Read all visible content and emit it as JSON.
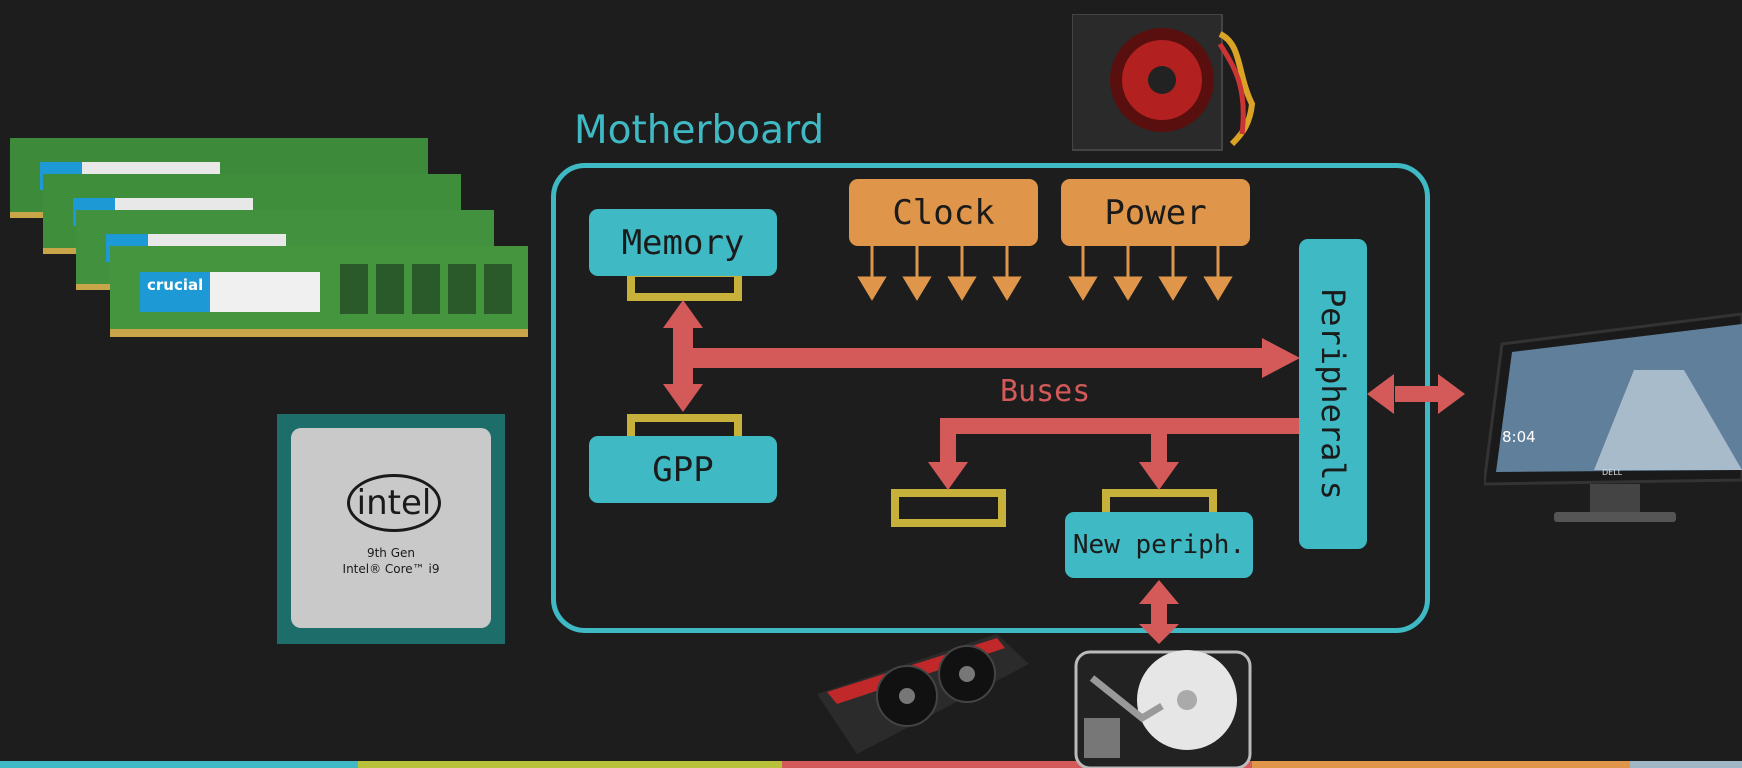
{
  "diagram": {
    "motherboard_label": "Motherboard",
    "memory_label": "Memory",
    "gpp_label": "GPP",
    "clock_label": "Clock",
    "power_label": "Power",
    "peripherals_label": "Peripherals",
    "buses_label": "Buses",
    "new_periph_label": "New periph.",
    "cpu_brand": "intel",
    "cpu_line1": "9th Gen",
    "cpu_line2": "Intel® Core™ i9",
    "ram_brand": "crucial",
    "monitor_time": "8:04",
    "monitor_brand": "DELL"
  },
  "colors": {
    "teal": "#3fb9c3",
    "orange": "#e0964a",
    "red": "#d45a5a",
    "yellow": "#c8b13a",
    "background": "#1e1d1e"
  },
  "bottom_strip": [
    "#3fb9c3",
    "#b8c13a",
    "#d45a5a",
    "#e0964a",
    "#9fb6c4"
  ]
}
